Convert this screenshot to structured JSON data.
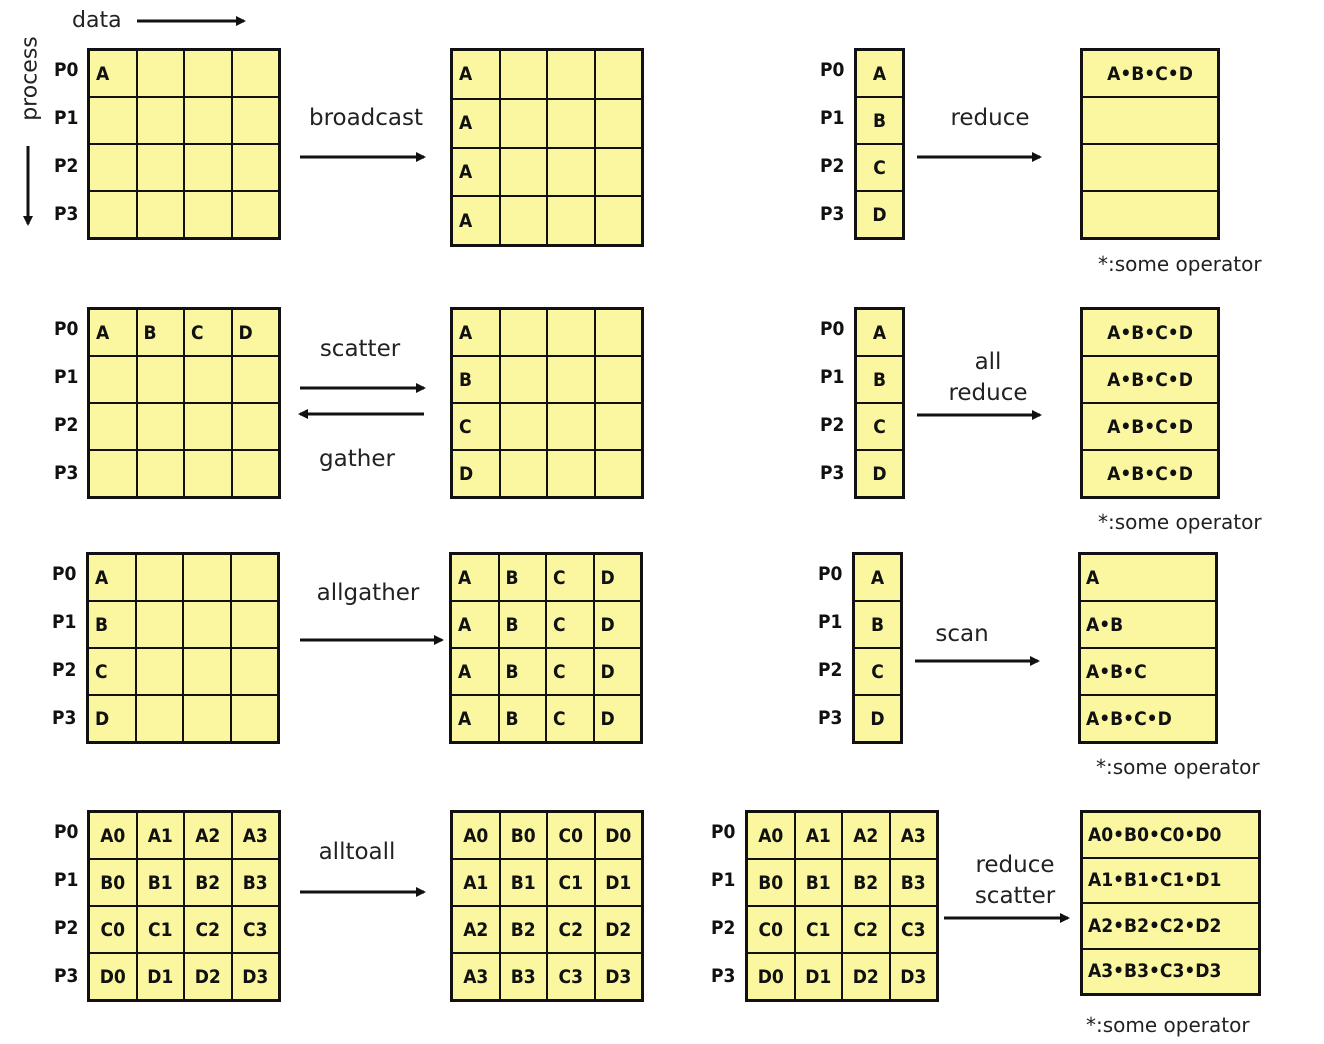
{
  "axis": {
    "data_label": "data",
    "process_label": "process"
  },
  "process_labels": [
    "P0",
    "P1",
    "P2",
    "P3"
  ],
  "note": "*:some operator",
  "panels": [
    {
      "op": "broadcast",
      "input": [
        [
          "A",
          "",
          "",
          ""
        ],
        [
          "",
          "",
          "",
          ""
        ],
        [
          "",
          "",
          "",
          ""
        ],
        [
          "",
          "",
          "",
          ""
        ]
      ],
      "output": [
        [
          "A",
          "",
          "",
          ""
        ],
        [
          "A",
          "",
          "",
          ""
        ],
        [
          "A",
          "",
          "",
          ""
        ],
        [
          "A",
          "",
          "",
          ""
        ]
      ]
    },
    {
      "op": "reduce",
      "input": [
        [
          "A"
        ],
        [
          "B"
        ],
        [
          "C"
        ],
        [
          "D"
        ]
      ],
      "output": [
        [
          "A*B*C*D"
        ],
        [
          ""
        ],
        [
          ""
        ],
        [
          ""
        ]
      ],
      "note": "*:some operator"
    },
    {
      "op": "scatter",
      "op_reverse": "gather",
      "input": [
        [
          "A",
          "B",
          "C",
          "D"
        ],
        [
          "",
          "",
          "",
          ""
        ],
        [
          "",
          "",
          "",
          ""
        ],
        [
          "",
          "",
          "",
          ""
        ]
      ],
      "output": [
        [
          "A",
          "",
          "",
          ""
        ],
        [
          "B",
          "",
          "",
          ""
        ],
        [
          "C",
          "",
          "",
          ""
        ],
        [
          "D",
          "",
          "",
          ""
        ]
      ]
    },
    {
      "op_lines": [
        "all",
        "reduce"
      ],
      "input": [
        [
          "A"
        ],
        [
          "B"
        ],
        [
          "C"
        ],
        [
          "D"
        ]
      ],
      "output": [
        [
          "A*B*C*D"
        ],
        [
          "A*B*C*D"
        ],
        [
          "A*B*C*D"
        ],
        [
          "A*B*C*D"
        ]
      ],
      "note": "*:some operator"
    },
    {
      "op": "allgather",
      "input": [
        [
          "A",
          "",
          "",
          ""
        ],
        [
          "B",
          "",
          "",
          ""
        ],
        [
          "C",
          "",
          "",
          ""
        ],
        [
          "D",
          "",
          "",
          ""
        ]
      ],
      "output": [
        [
          "A",
          "B",
          "C",
          "D"
        ],
        [
          "A",
          "B",
          "C",
          "D"
        ],
        [
          "A",
          "B",
          "C",
          "D"
        ],
        [
          "A",
          "B",
          "C",
          "D"
        ]
      ]
    },
    {
      "op": "scan",
      "input": [
        [
          "A"
        ],
        [
          "B"
        ],
        [
          "C"
        ],
        [
          "D"
        ]
      ],
      "output": [
        [
          "A"
        ],
        [
          "A*B"
        ],
        [
          "A*B*C"
        ],
        [
          "A*B*C*D"
        ]
      ],
      "note": "*:some operator"
    },
    {
      "op": "alltoall",
      "input": [
        [
          "A0",
          "A1",
          "A2",
          "A3"
        ],
        [
          "B0",
          "B1",
          "B2",
          "B3"
        ],
        [
          "C0",
          "C1",
          "C2",
          "C3"
        ],
        [
          "D0",
          "D1",
          "D2",
          "D3"
        ]
      ],
      "output": [
        [
          "A0",
          "B0",
          "C0",
          "D0"
        ],
        [
          "A1",
          "B1",
          "C1",
          "D1"
        ],
        [
          "A2",
          "B2",
          "C2",
          "D2"
        ],
        [
          "A3",
          "B3",
          "C3",
          "D3"
        ]
      ]
    },
    {
      "op_lines": [
        "reduce",
        "scatter"
      ],
      "input": [
        [
          "A0",
          "A1",
          "A2",
          "A3"
        ],
        [
          "B0",
          "B1",
          "B2",
          "B3"
        ],
        [
          "C0",
          "C1",
          "C2",
          "C3"
        ],
        [
          "D0",
          "D1",
          "D2",
          "D3"
        ]
      ],
      "output": [
        [
          "A0*B0*C0*D0"
        ],
        [
          "A1*B1*C1*D1"
        ],
        [
          "A2*B2*C2*D2"
        ],
        [
          "A3*B3*C3*D3"
        ]
      ],
      "note": "*:some operator"
    }
  ]
}
